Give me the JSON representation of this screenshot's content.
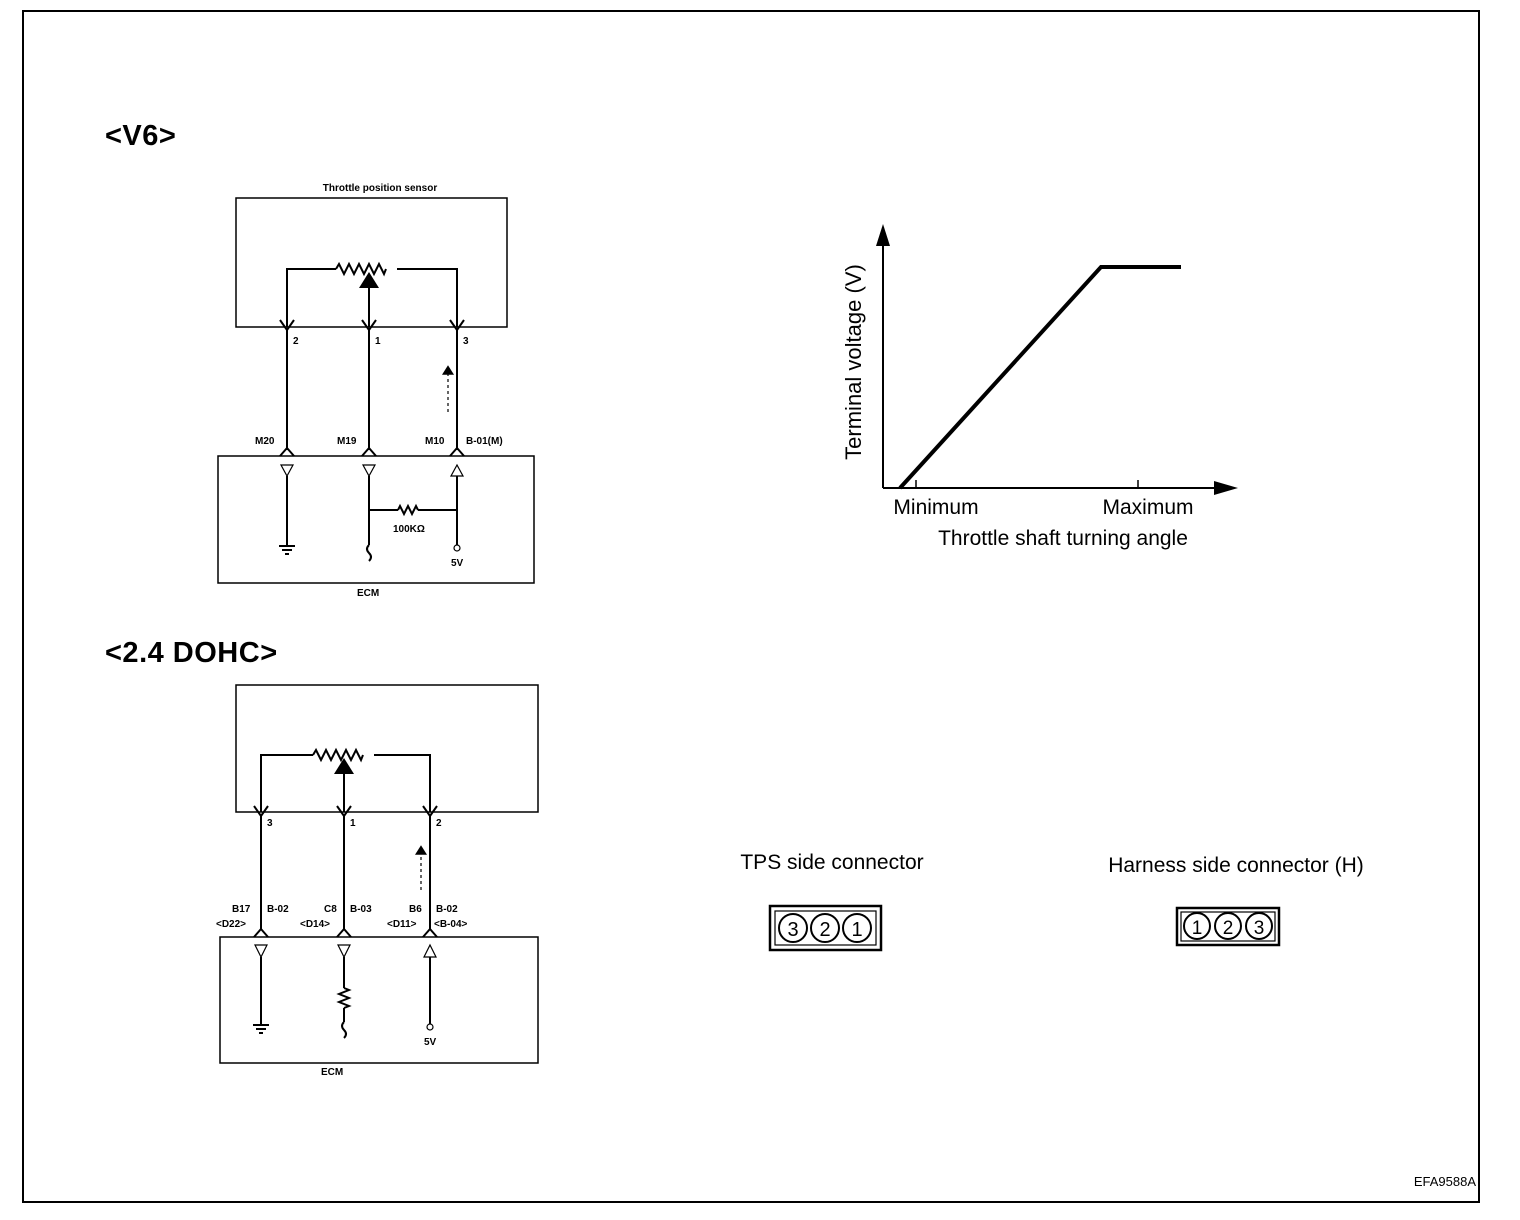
{
  "v6": {
    "title": "<V6>",
    "sensor_label": "Throttle position sensor",
    "pins": [
      "2",
      "1",
      "3"
    ],
    "ecm_terminals": [
      "M20",
      "M19",
      "M10"
    ],
    "connector_id": "B-01(M)",
    "resistor_value": "100KΩ",
    "supply": "5V",
    "ecm_label": "ECM"
  },
  "dohc": {
    "title": "<2.4 DOHC>",
    "pins": [
      "3",
      "1",
      "2"
    ],
    "ecm_terminals": [
      "B17",
      "C8",
      "B6"
    ],
    "connector_ids": [
      "B-02",
      "B-03",
      "B-02"
    ],
    "alt_codes": [
      "<D22>",
      "<D14>",
      "<D11>"
    ],
    "alt_connector": "<B-04>",
    "supply": "5V",
    "ecm_label": "ECM"
  },
  "graph": {
    "ylabel": "Terminal voltage (V)",
    "xlabel": "Throttle shaft turning angle",
    "x_ticks": [
      "Minimum",
      "Maximum"
    ]
  },
  "connectors": {
    "tps_label": "TPS side connector",
    "tps_pins": [
      "3",
      "2",
      "1"
    ],
    "harness_label": "Harness side connector (H)",
    "harness_pins": [
      "1",
      "2",
      "3"
    ]
  },
  "doc_code": "EFA9588A"
}
